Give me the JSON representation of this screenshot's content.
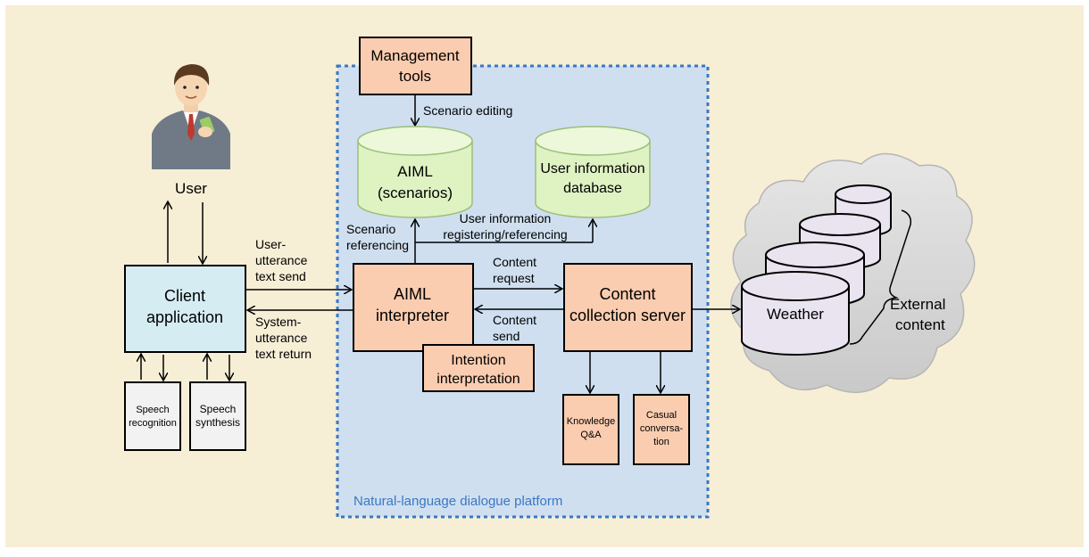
{
  "platform": {
    "label": "Natural-language dialogue platform",
    "accent": "#3a78c2"
  },
  "user": {
    "label": "User",
    "icon": "businessman-icon"
  },
  "client": {
    "line1": "Client",
    "line2": "application"
  },
  "speech_recognition": {
    "line1": "Speech",
    "line2": "recognition"
  },
  "speech_synthesis": {
    "line1": "Speech",
    "line2": "synthesis"
  },
  "management": {
    "line1": "Management",
    "line2": "tools"
  },
  "scenario_editing": "Scenario editing",
  "aiml_db": {
    "line1": "AIML",
    "line2": "(scenarios)"
  },
  "user_db": {
    "line1": "User information",
    "line2": "database"
  },
  "user_info_ref": {
    "line1": "User information",
    "line2": "registering/referencing"
  },
  "scenario_ref": {
    "line1": "Scenario",
    "line2": "referencing"
  },
  "interpreter": {
    "line1": "AIML",
    "line2": "interpreter"
  },
  "intention": {
    "line1": "Intention",
    "line2": "interpretation"
  },
  "content_server": {
    "line1": "Content",
    "line2": "collection server"
  },
  "content_request": {
    "line1": "Content",
    "line2": "request"
  },
  "content_send": {
    "line1": "Content",
    "line2": "send"
  },
  "user_utterance": {
    "line1": "User-",
    "line2": "utterance",
    "line3": "text send"
  },
  "system_utterance": {
    "line1": "System-",
    "line2": "utterance",
    "line3": "text return"
  },
  "knowledge": {
    "line1": "Knowledge",
    "line2": "Q&A"
  },
  "casual": {
    "line1": "Casual",
    "line2": "conversa-",
    "line3": "tion"
  },
  "weather": "Weather",
  "external": {
    "line1": "External",
    "line2": "content"
  },
  "colors": {
    "background": "#f7eed6",
    "platform_fill": "#cfdff0",
    "box_orange": "#fbcdb0",
    "box_blue": "#d6ecf3",
    "db_green": "#dff2c2",
    "cloud": "#d9d9d9"
  }
}
